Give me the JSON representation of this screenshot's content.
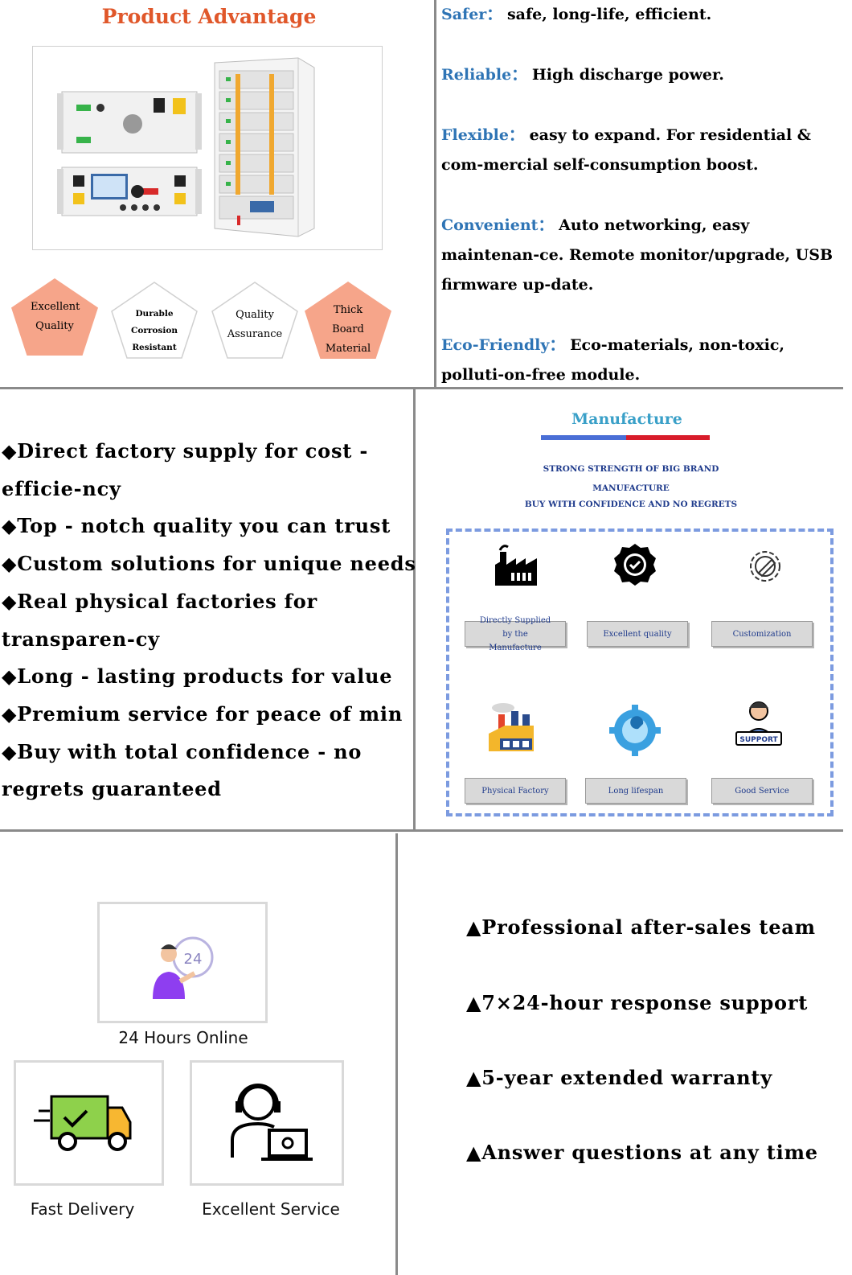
{
  "advantage": {
    "title": "Product Advantage",
    "badges": [
      "Excellent Quality",
      "Durable Corrosion Resistant",
      "Quality Assurance",
      "Thick Board Material"
    ],
    "colors": {
      "title": "#e0572a",
      "pentagon_fill": "#f6a58a"
    }
  },
  "features": [
    {
      "label": "Safer：",
      "text": "safe, long-life, efficient."
    },
    {
      "label": "Reliable：",
      "text": "High discharge power."
    },
    {
      "label": "Flexible：",
      "text": "easy to expand. For residential & com-mercial self-consumption boost."
    },
    {
      "label": "Convenient：",
      "text": "Auto networking, easy maintenan-ce. Remote monitor/upgrade, USB firmware up-date."
    },
    {
      "label": "Eco-Friendly：",
      "text": "Eco-materials, non-toxic, polluti-on-free module."
    }
  ],
  "benefits": [
    "◆Direct factory supply for cost - efficie-ncy",
    "◆Top - notch quality you can trust",
    "◆Custom solutions for unique needs",
    "◆Real physical factories for transparen-cy",
    "◆Long - lasting products for value",
    "◆Premium service for peace of min",
    "◆Buy with total confidence - no regrets guaranteed"
  ],
  "manufacture": {
    "title": "Manufacture",
    "subtitle_lines": [
      "STRONG STRENGTH OF BIG BRAND",
      "MANUFACTURE",
      "BUY WITH CONFIDENCE AND NO REGRETS"
    ],
    "items": [
      {
        "label": "Directly Supplied by the Manufacture",
        "icon": "factory-icon"
      },
      {
        "label": "Excellent quality",
        "icon": "check-badge-icon"
      },
      {
        "label": "Customization",
        "icon": "gear-pencil-icon"
      },
      {
        "label": "Physical Factory",
        "icon": "factory-color-icon"
      },
      {
        "label": "Long lifespan",
        "icon": "wrench-gear-icon"
      },
      {
        "label": "Good Service",
        "icon": "support-agent-icon"
      }
    ],
    "colors": {
      "title": "#3aa0c8",
      "bar_blue": "#4a6fd6",
      "bar_red": "#d81c2a",
      "dash": "#7c9be0"
    }
  },
  "service": {
    "cards": [
      "24 Hours Online",
      "Fast Delivery",
      "Excellent Service"
    ],
    "clock_text": "24",
    "points": [
      "▲Professional after-sales team",
      "▲7×24-hour response support",
      "▲5-year extended warranty",
      "▲Answer questions at any time"
    ]
  }
}
